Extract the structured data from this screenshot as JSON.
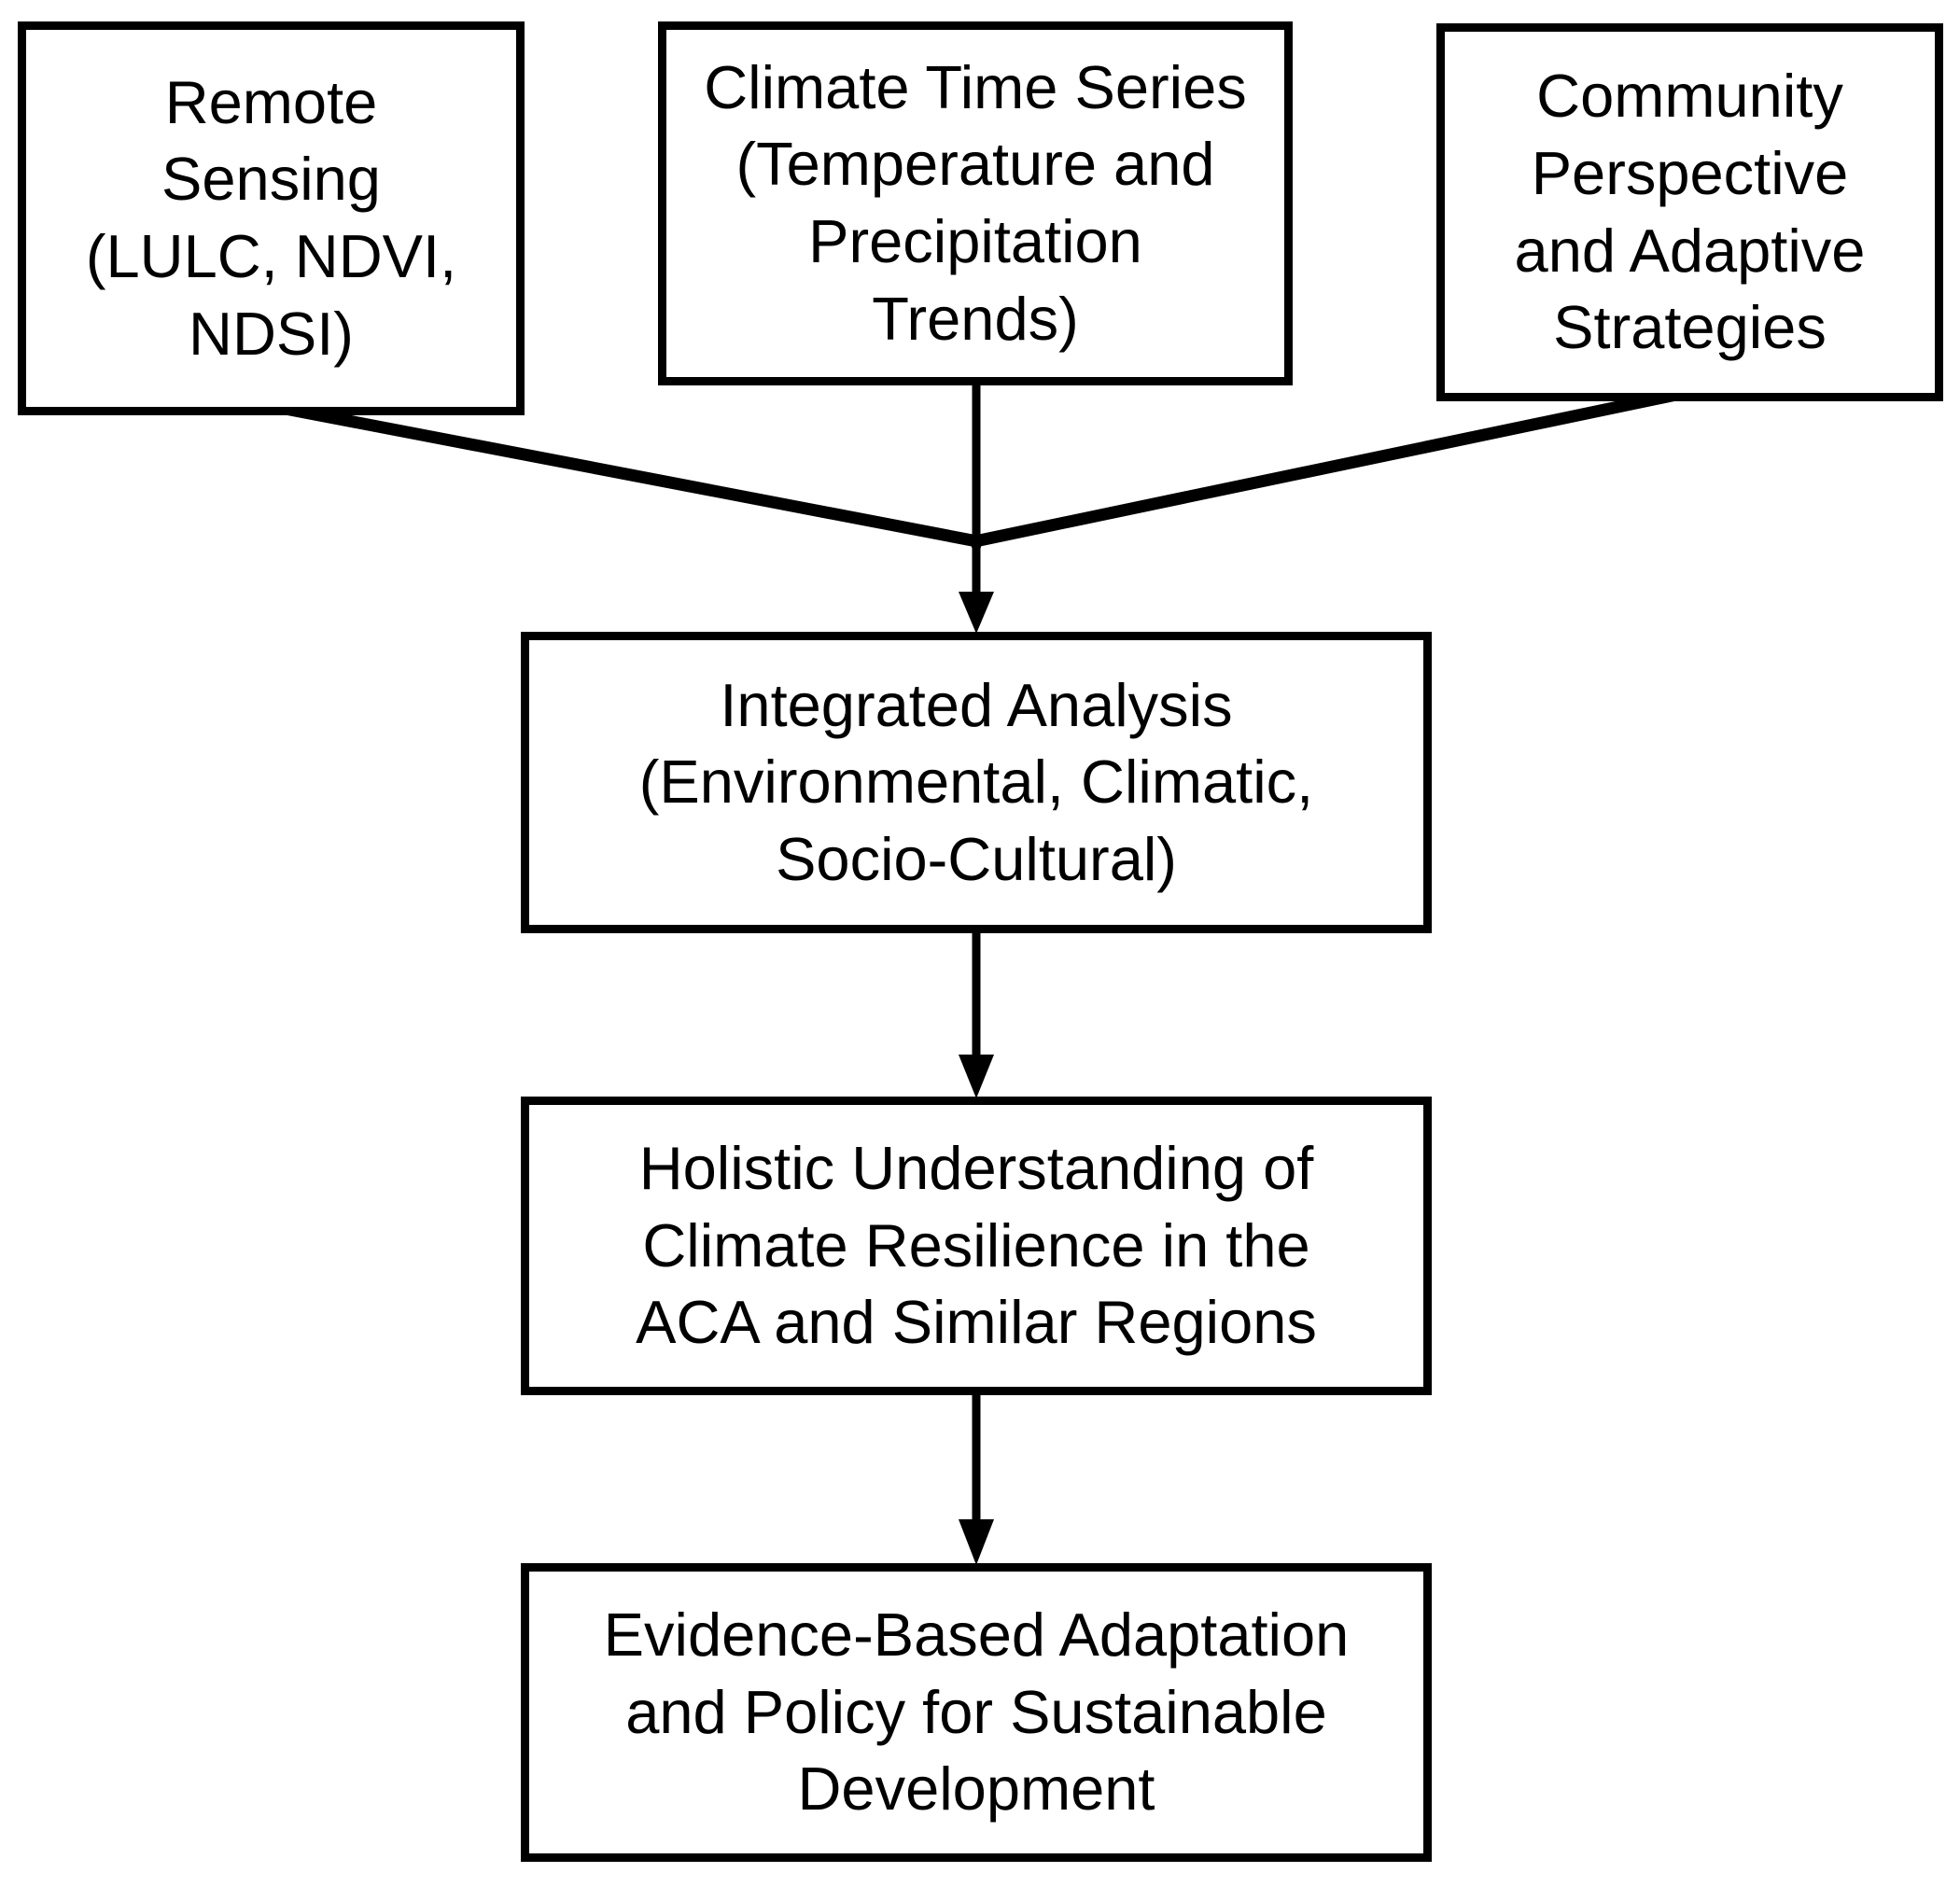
{
  "figure_type": "flowchart",
  "colors": {
    "background": "#ffffff",
    "box_border": "#000000",
    "text": "#000000",
    "line": "#000000",
    "arrowhead": "#000000"
  },
  "nodes": [
    {
      "id": "remote-sensing",
      "label": "Remote\nSensing\n(LULC, NDVI,\nNDSI)"
    },
    {
      "id": "climate-time-series",
      "label": "Climate Time Series\n(Temperature and\nPrecipitation\nTrends)"
    },
    {
      "id": "community-perspective",
      "label": "Community\nPerspective\nand Adaptive\nStrategies"
    },
    {
      "id": "integrated-analysis",
      "label": "Integrated Analysis\n(Environmental, Climatic,\nSocio-Cultural)"
    },
    {
      "id": "holistic-understanding",
      "label": "Holistic Understanding of\nClimate Resilience in the\nACA and Similar Regions"
    },
    {
      "id": "evidence-based-adaptation",
      "label": "Evidence-Based Adaptation\nand Policy for Sustainable\nDevelopment"
    }
  ],
  "edges": [
    {
      "from": "remote-sensing",
      "to": "integrated-analysis"
    },
    {
      "from": "climate-time-series",
      "to": "integrated-analysis"
    },
    {
      "from": "community-perspective",
      "to": "integrated-analysis"
    },
    {
      "from": "integrated-analysis",
      "to": "holistic-understanding"
    },
    {
      "from": "holistic-understanding",
      "to": "evidence-based-adaptation"
    }
  ]
}
